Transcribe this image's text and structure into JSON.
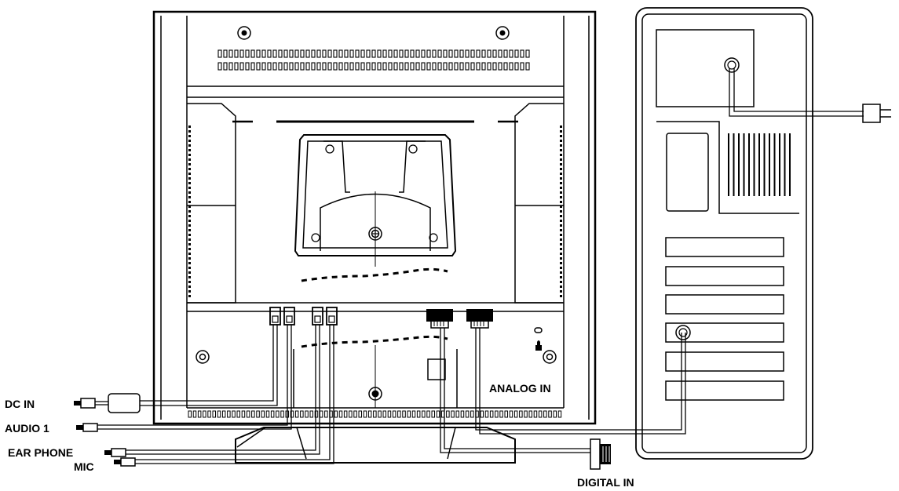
{
  "labels": {
    "dc_in": "DC IN",
    "audio_1": "AUDIO 1",
    "ear_phone": "EAR PHONE",
    "mic": "MIC",
    "analog_in": "ANALOG IN",
    "digital_in": "DIGITAL IN"
  },
  "colors": {
    "stroke": "#000000",
    "background": "#ffffff"
  }
}
